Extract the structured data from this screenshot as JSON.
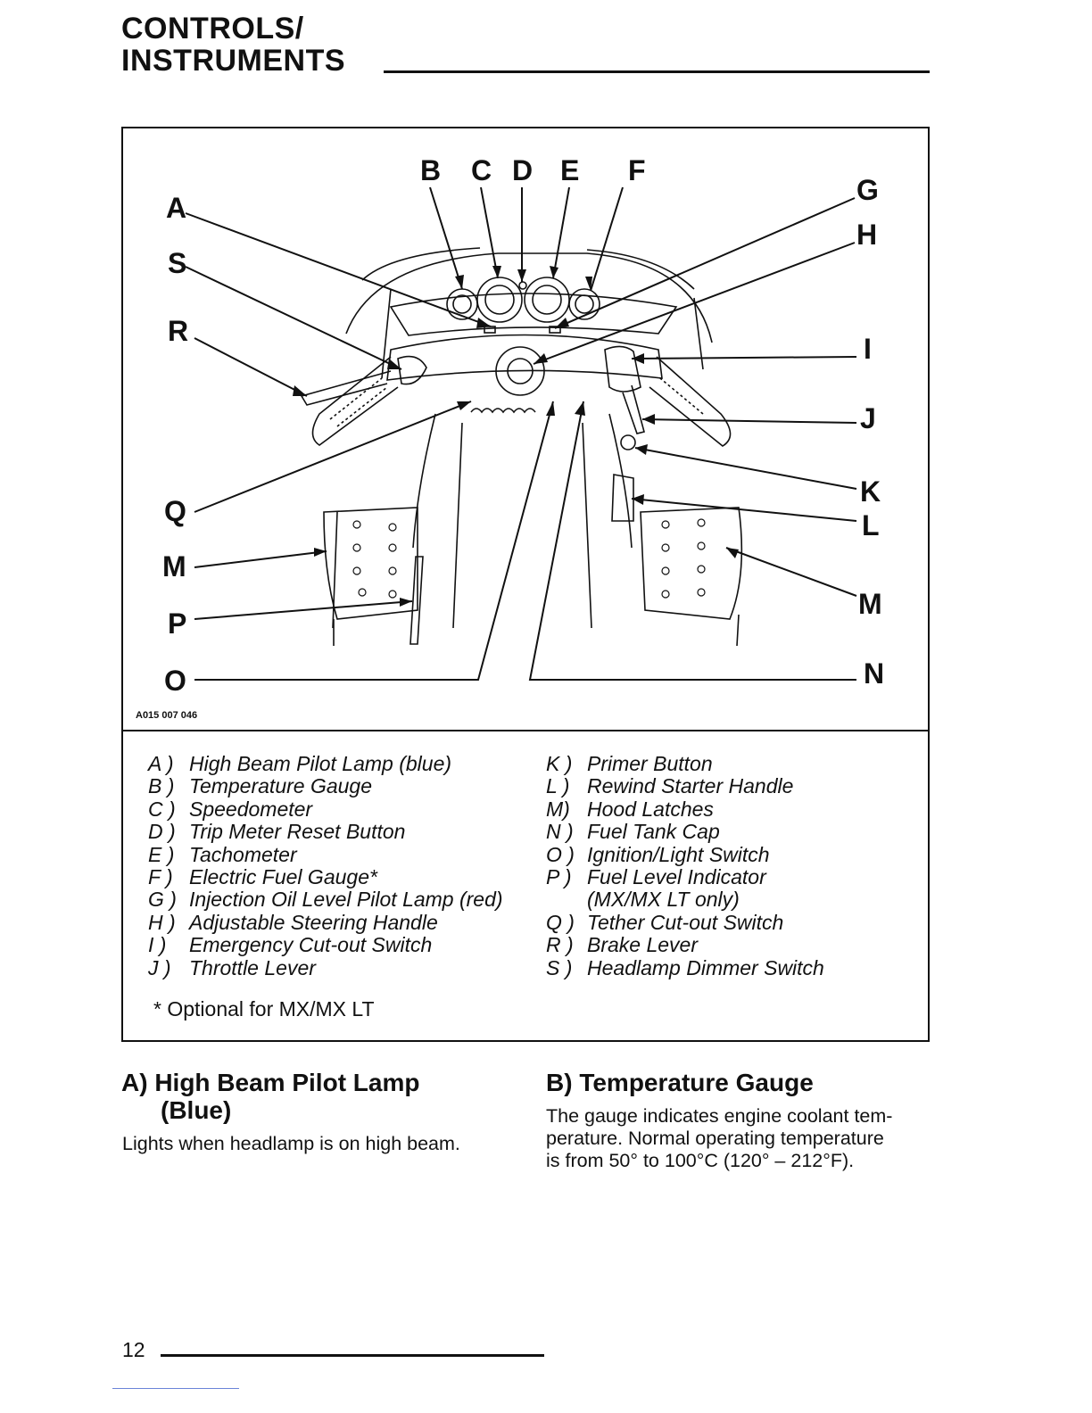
{
  "header": {
    "line1": "CONTROLS/",
    "line2": "INSTRUMENTS"
  },
  "figure": {
    "id": "A015 007 046",
    "callouts": [
      "A",
      "B",
      "C",
      "D",
      "E",
      "F",
      "G",
      "H",
      "I",
      "J",
      "K",
      "L",
      "M",
      "N",
      "O",
      "P",
      "Q",
      "R",
      "S"
    ]
  },
  "legend": {
    "left": [
      {
        "letter": "A )",
        "text": "High Beam Pilot Lamp (blue)"
      },
      {
        "letter": "B )",
        "text": "Temperature Gauge"
      },
      {
        "letter": "C )",
        "text": "Speedometer"
      },
      {
        "letter": "D )",
        "text": "Trip Meter Reset Button"
      },
      {
        "letter": "E )",
        "text": "Tachometer"
      },
      {
        "letter": "F )",
        "text": "Electric Fuel Gauge*"
      },
      {
        "letter": "G )",
        "text": "Injection Oil Level Pilot Lamp (red)"
      },
      {
        "letter": "H )",
        "text": "Adjustable Steering Handle"
      },
      {
        "letter": "I )",
        "text": "Emergency Cut-out Switch"
      },
      {
        "letter": "J )",
        "text": "Throttle Lever"
      }
    ],
    "right": [
      {
        "letter": "K )",
        "text": "Primer Button"
      },
      {
        "letter": "L )",
        "text": "Rewind Starter Handle"
      },
      {
        "letter": "M)",
        "text": "Hood Latches"
      },
      {
        "letter": "N )",
        "text": "Fuel Tank Cap"
      },
      {
        "letter": "O )",
        "text": "Ignition/Light Switch"
      },
      {
        "letter": "P )",
        "text": "Fuel Level Indicator"
      },
      {
        "letter": "Q )",
        "text": "Tether Cut-out Switch"
      },
      {
        "letter": "R )",
        "text": "Brake Lever"
      },
      {
        "letter": "S )",
        "text": "Headlamp Dimmer Switch"
      }
    ],
    "p_continuation": "(MX/MX LT only)",
    "footnote": "* Optional for MX/MX LT"
  },
  "sections": {
    "a": {
      "title_line1": "A) High Beam Pilot Lamp",
      "title_line2": "(Blue)",
      "body": "Lights when headlamp is on high beam."
    },
    "b": {
      "title": "B) Temperature Gauge",
      "body_lines": [
        "The gauge indicates engine coolant tem-",
        "perature. Normal operating temperature",
        "is from 50° to 100°C (120° – 212°F)."
      ]
    }
  },
  "page_number": "12"
}
